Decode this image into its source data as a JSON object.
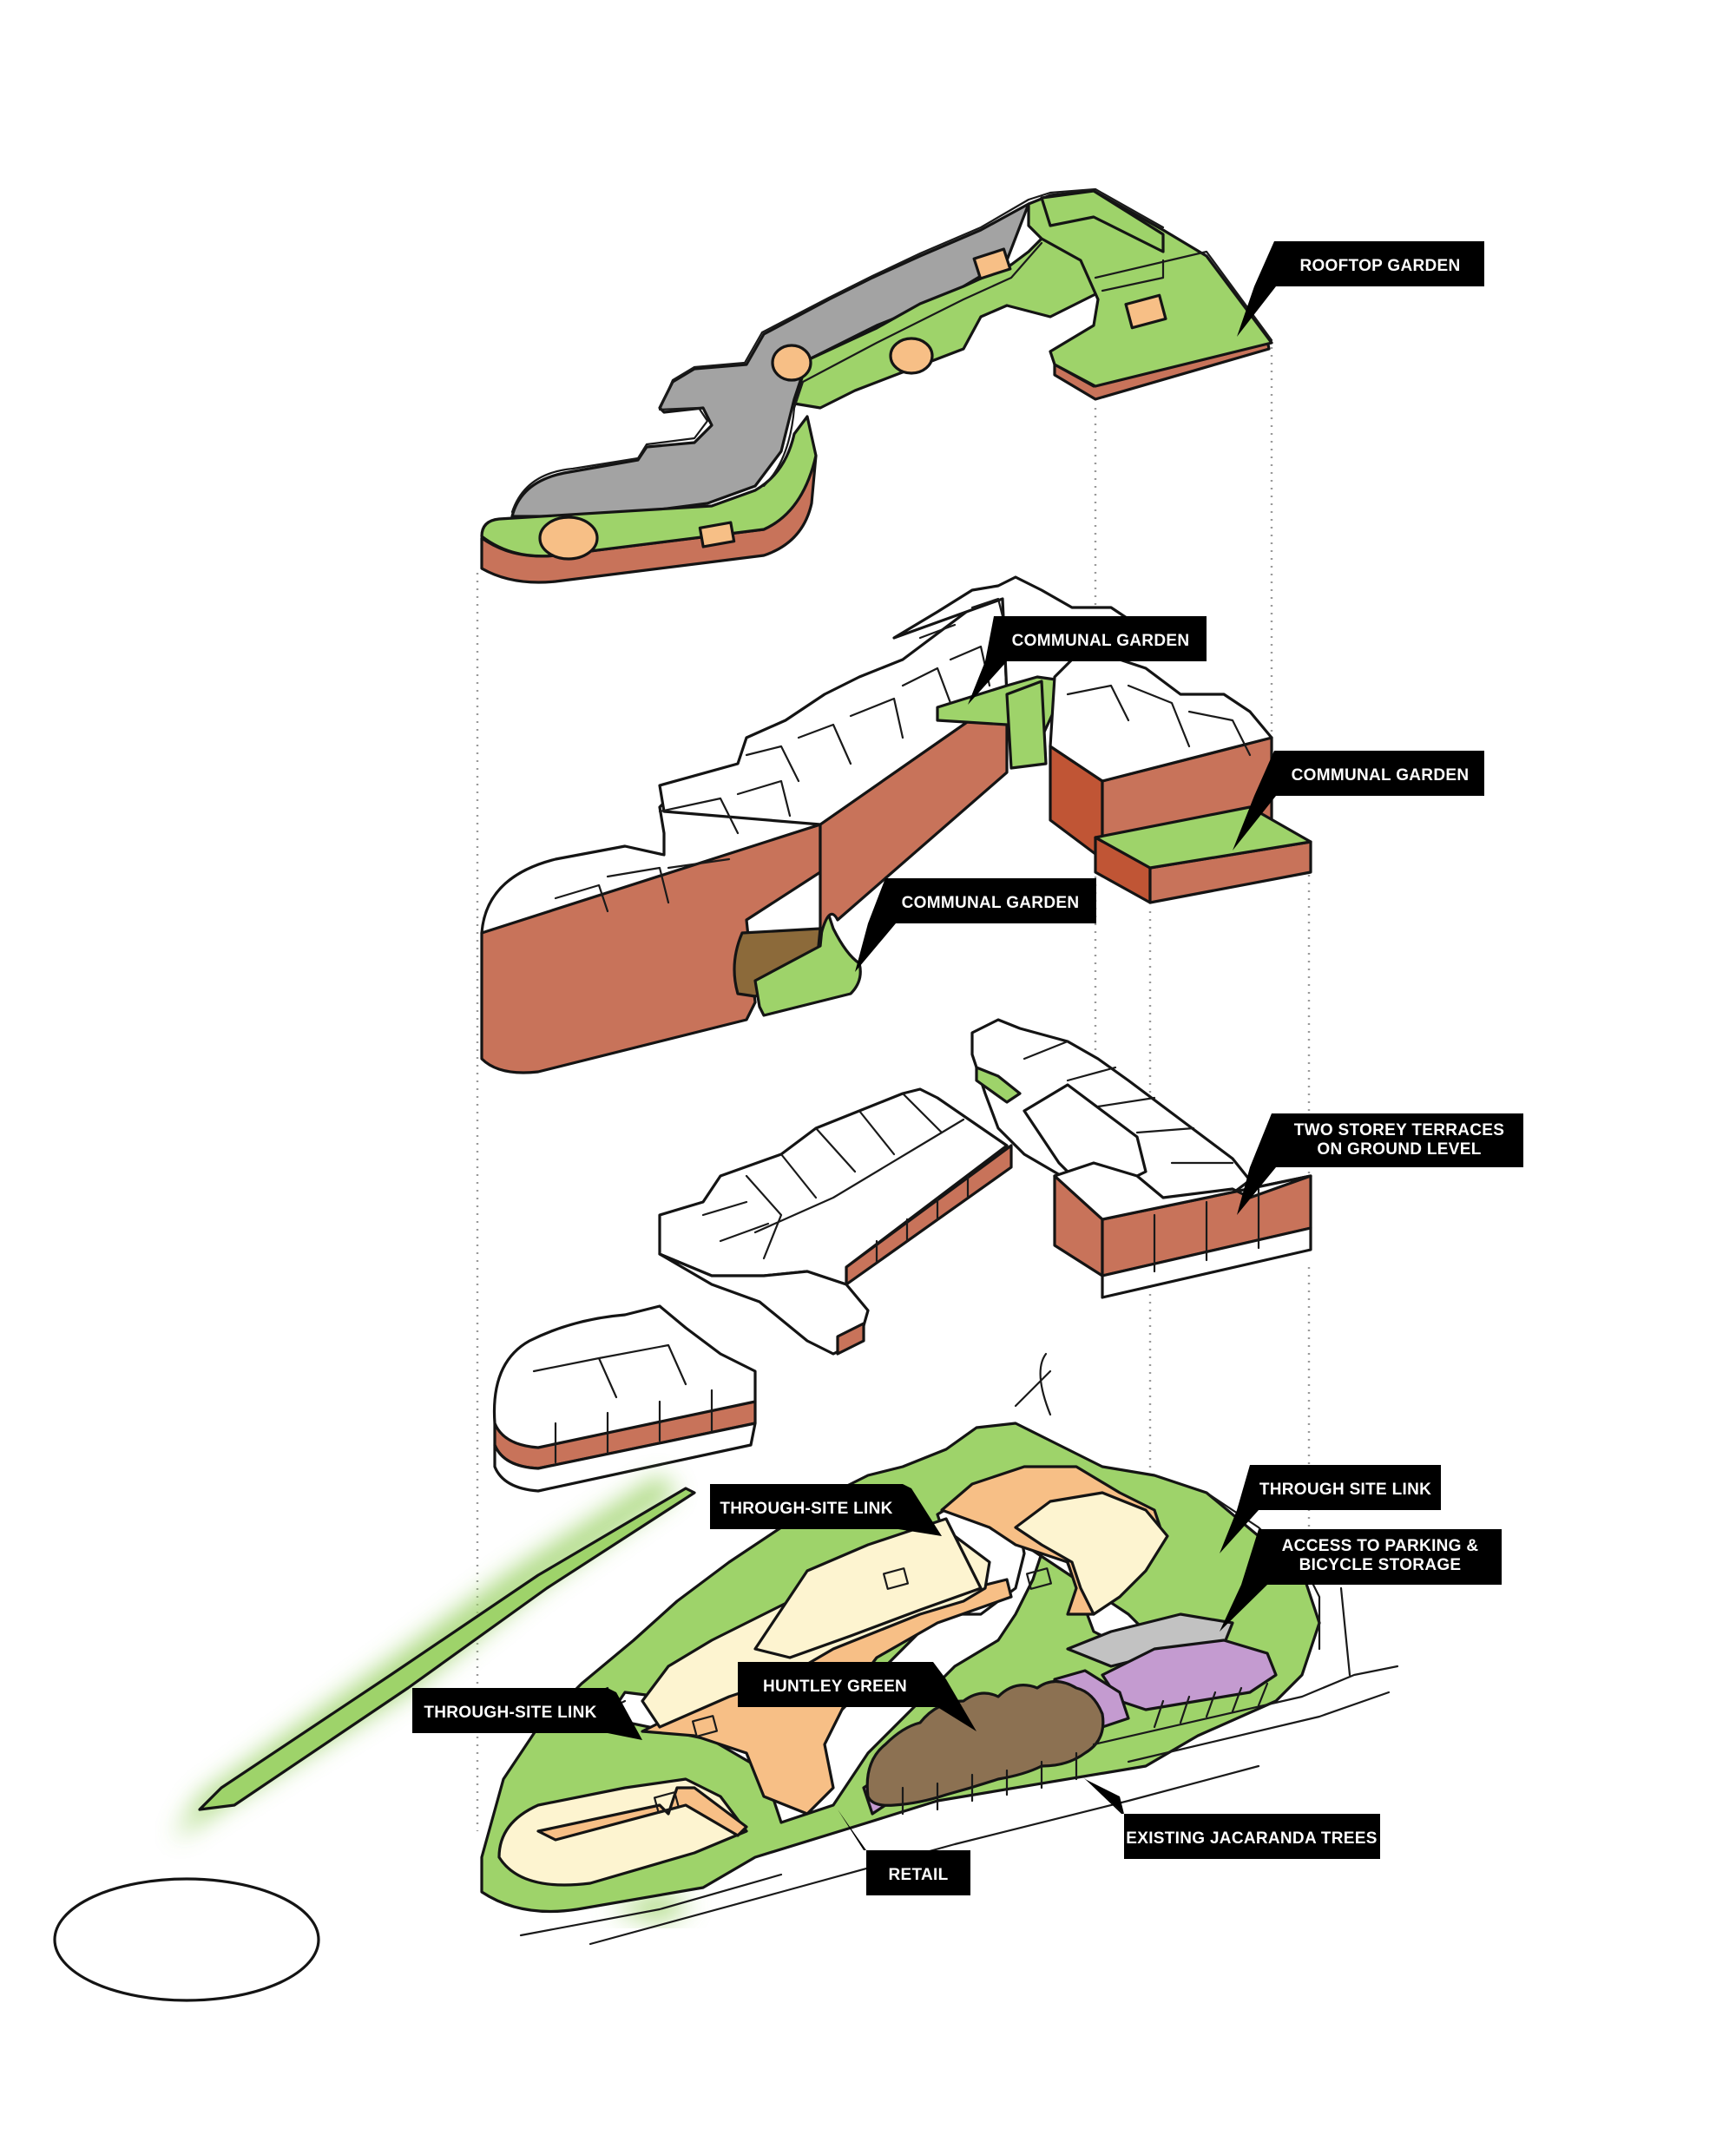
{
  "diagram": {
    "labels": {
      "rooftop_garden": [
        "ROOFTOP GARDEN"
      ],
      "communal_garden_top": [
        "COMMUNAL GARDEN"
      ],
      "communal_garden_right": [
        "COMMUNAL GARDEN"
      ],
      "communal_garden_left": [
        "COMMUNAL GARDEN"
      ],
      "two_storey_terraces": [
        "TWO STOREY TERRACES",
        "ON GROUND LEVEL"
      ],
      "through_site_link_top": [
        "THROUGH-SITE LINK"
      ],
      "through_site_link_right": [
        "THROUGH SITE LINK"
      ],
      "access_parking": [
        "ACCESS TO PARKING &",
        "BICYCLE STORAGE"
      ],
      "huntley_green": [
        "HUNTLEY GREEN"
      ],
      "through_site_link_left": [
        "THROUGH-SITE LINK"
      ],
      "existing_jacaranda": [
        "EXISTING JACARANDA TREES"
      ],
      "retail": [
        "RETAIL"
      ]
    },
    "colors": {
      "green": "#9ed36a",
      "brick": "#c8735a",
      "brick_dark": "#b85a3d",
      "grey_roof": "#a3a3a3",
      "peach": "#f7bf86",
      "cream": "#fdf4d0",
      "tree_brown": "#8c7152",
      "purple": "#c49bd0",
      "label_bg": "#000000",
      "label_text": "#ffffff"
    }
  }
}
